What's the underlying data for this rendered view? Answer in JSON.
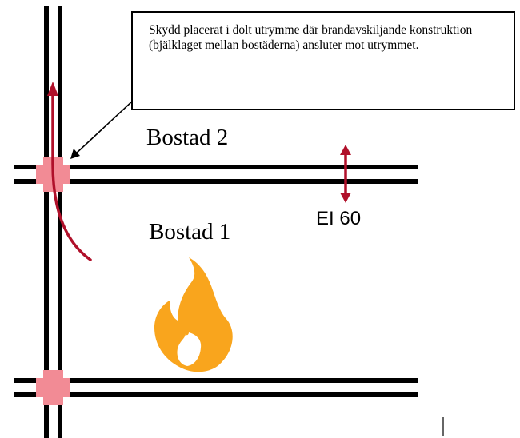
{
  "callout": {
    "text": "Skydd placerat i dolt utrymme där brandavskiljande konstruktion (bjälklaget mellan bostäderna) ansluter mot utrymmet."
  },
  "rooms": {
    "upper": "Bostad 2",
    "lower": "Bostad 1"
  },
  "fire_rating": {
    "label": "EI 60"
  },
  "icons": {
    "fire": "fire-icon",
    "fire_spread": "fire-spread-arrow-icon",
    "fire_rating": "double-headed-arrow-icon",
    "protection": "fire-protection-marker-icon"
  },
  "colors": {
    "wall": "#000000",
    "protection_marker": "#f28b95",
    "arrow": "#b0102a",
    "fire_outer": "#f9a51d",
    "fire_inner": "#ffffff"
  }
}
